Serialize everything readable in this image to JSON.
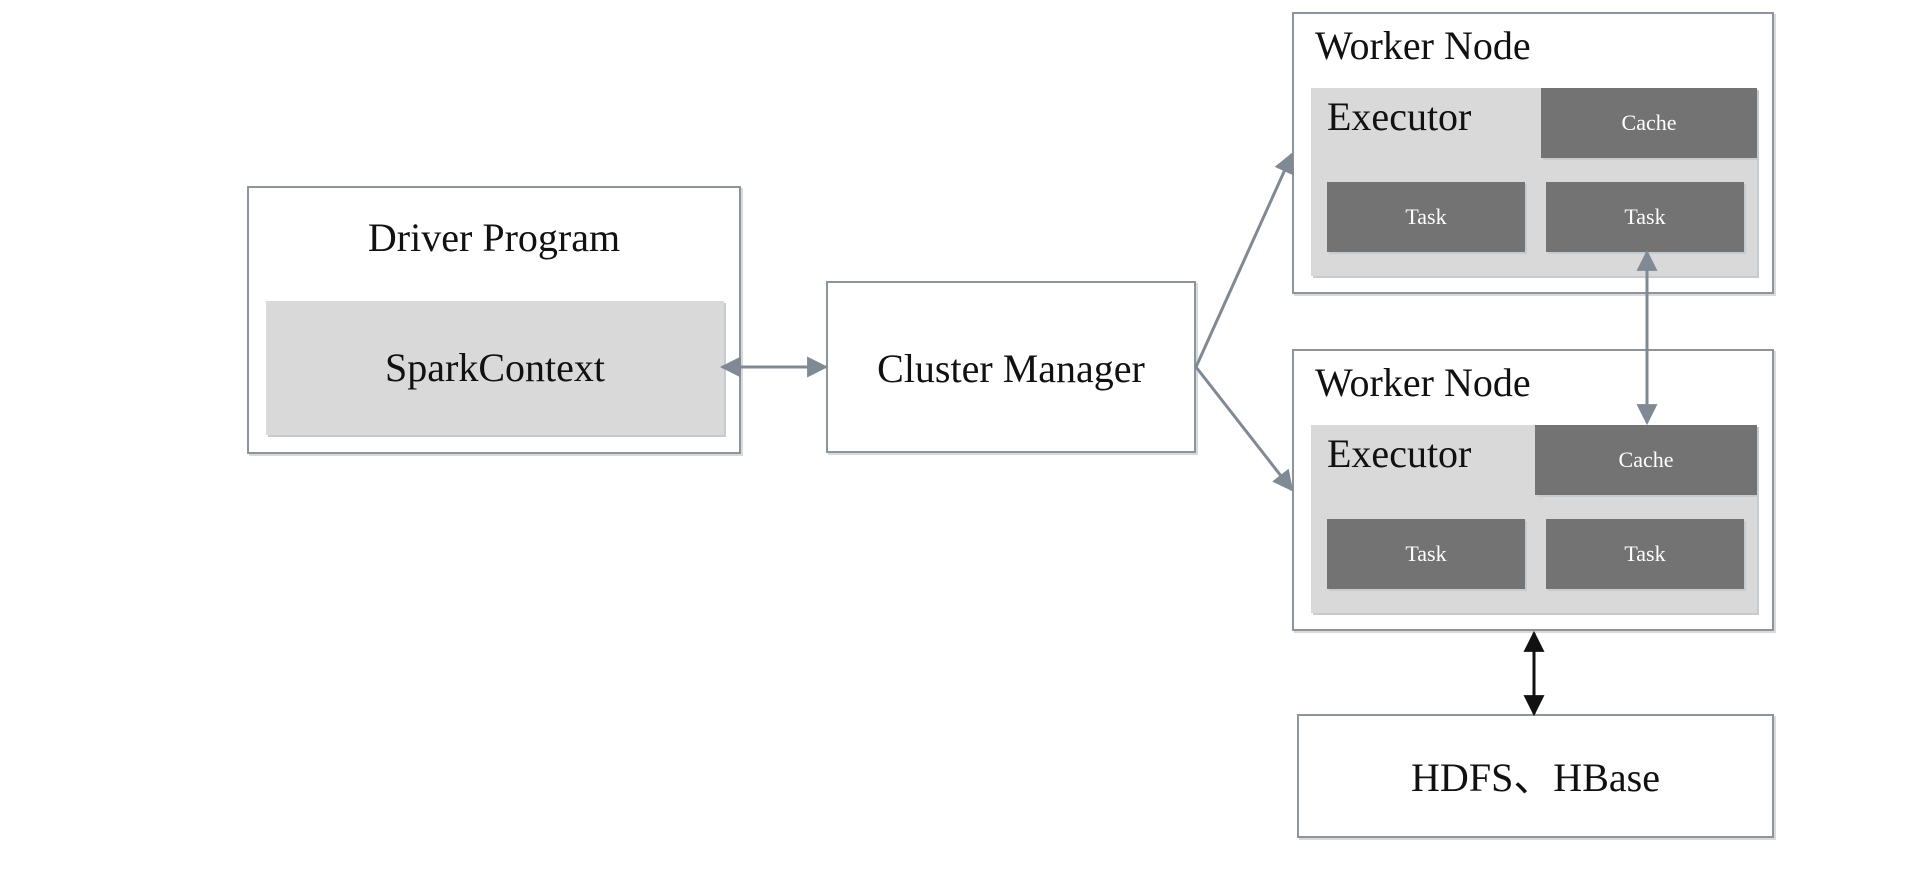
{
  "driver": {
    "title": "Driver Program",
    "context": "SparkContext"
  },
  "cluster_manager": {
    "label": "Cluster Manager"
  },
  "workers": [
    {
      "title": "Worker Node",
      "executor": "Executor",
      "cache": "Cache",
      "tasks": [
        "Task",
        "Task"
      ]
    },
    {
      "title": "Worker Node",
      "executor": "Executor",
      "cache": "Cache",
      "tasks": [
        "Task",
        "Task"
      ]
    }
  ],
  "storage": {
    "label": "HDFS、HBase"
  },
  "colors": {
    "box_border": "#8d949b",
    "light_fill": "#d9d9d9",
    "dark_fill": "#737373",
    "connector": "#7f8a94",
    "storage_connector": "#111111"
  }
}
